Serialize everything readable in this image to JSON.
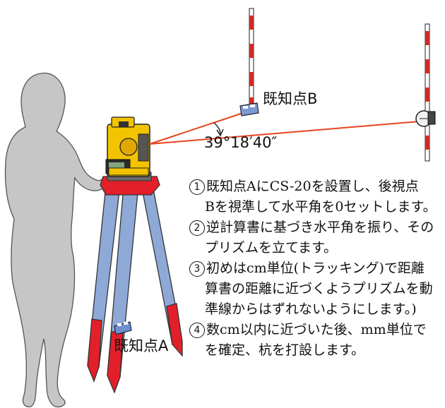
{
  "labels": {
    "known_point_b": "既知点B",
    "known_point_a": "既知点A",
    "angle": "39°18′40″"
  },
  "steps": [
    {
      "number": "1",
      "lines": [
        "既知点AにCS-20を設置し、後視点",
        "Bを視準して水平角を0セットします。"
      ]
    },
    {
      "number": "2",
      "lines": [
        "逆計算書に基づき水平角を振り、その",
        "プリズムを立てます。"
      ]
    },
    {
      "number": "3",
      "lines": [
        "初めはcm単位(トラッキング)で距離",
        "算書の距離に近づくようプリズムを動",
        "準線からはずれないようにします。)"
      ]
    },
    {
      "number": "4",
      "lines": [
        "数cm以内に近づいた後、mm単位で",
        "を確定、杭を打設します。"
      ]
    }
  ],
  "colors": {
    "sight_line": "#e8421e",
    "instrument_yellow": "#f4c300",
    "tripod_blue": "#8fa9d6",
    "tripod_red": "#e3202a",
    "person_gray": "#c6c6c6",
    "pole_red": "#d32a26"
  }
}
